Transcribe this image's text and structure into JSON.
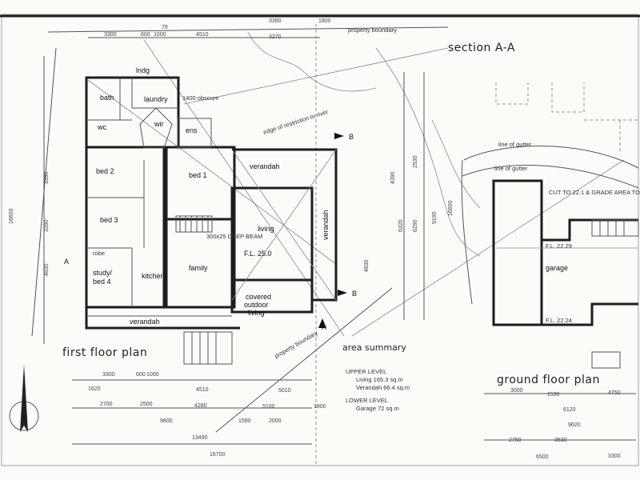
{
  "titles": {
    "first_floor": "first floor plan",
    "ground_floor": "ground floor plan",
    "section": "section A-A",
    "area_summary": "area summary"
  },
  "rooms": {
    "ldg": "lndg",
    "bath": "bath",
    "laundry": "laundry",
    "wc": "wc",
    "wir": "wir",
    "ens": "ens",
    "bed1": "bed 1",
    "bed2": "bed 2",
    "bed3": "bed 3",
    "study": "study/",
    "bed4": "bed 4",
    "kitchen": "kitchen",
    "family": "family",
    "living": "living",
    "verandah_top": "verandah",
    "verandah_side": "verandah",
    "verandah_bottom": "verandah",
    "covered1": "covered",
    "covered2": "outdoor",
    "covered3": "living",
    "garage": "garage",
    "robe": "robe"
  },
  "levels": {
    "fl_first": "F.L. 25.0",
    "fl_garage_top": "F.L. 22.29",
    "fl_garage_bottom": "F.L. 22.24"
  },
  "area": {
    "upper_label": "UPPER LEVEL",
    "living": "Living  165.3 sq.m",
    "verandah": "Verandah  66.4 sq.m",
    "lower_label": "LOWER LEVEL",
    "garage": "Garage 72 sq.m"
  },
  "notes": {
    "boundary_top": "property boundary",
    "boundary_bottom": "property boundary",
    "obscure": "1400 obscure",
    "restriction": "edge of restriction to river",
    "gutter1": "line of gutter",
    "gutter2": "line of gutter",
    "grade": "CUT TO 22.1 & GRADE AREA TO DRAIN TO FRONT OF BUILDING",
    "beam": "300x25 DEEP BEAM",
    "north": "N"
  },
  "markers": {
    "a": "A",
    "b": "B"
  },
  "dims": {
    "top1": "3300",
    "top2": "600",
    "top3": "1000",
    "top4": "70",
    "top5": "4510",
    "top6": "3380",
    "top7": "3270",
    "top8": "1800",
    "bot1": "3300",
    "bot2": "600",
    "bot3": "1000",
    "bot4": "1620",
    "bot5": "2700",
    "bot6": "2500",
    "bot7": "4510",
    "bot8": "4280",
    "bot9": "9800",
    "bot10": "5010",
    "bot11": "5100",
    "bot12": "1590",
    "bot13": "2000",
    "bot14": "13490",
    "bot15": "16700",
    "bot16": "1800",
    "g1": "3000",
    "g2": "1530",
    "g3": "4750",
    "g4": "6120",
    "g5": "9620",
    "g6": "2750",
    "g7": "3530",
    "g8": "6500",
    "g9": "3300",
    "r1": "4390",
    "r2": "6320",
    "r3": "6290",
    "r4": "9190",
    "r5": "16600",
    "r6": "4830",
    "r7": "2530",
    "l1": "3390",
    "l2": "3390",
    "l3": "4830",
    "l4": "16600"
  }
}
